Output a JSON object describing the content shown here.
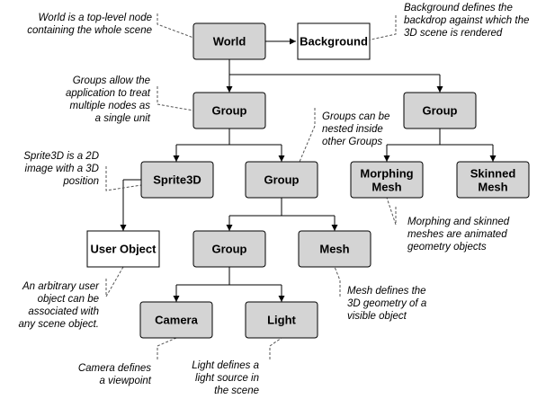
{
  "colors": {
    "scene_node_fill": "#d4d4d4",
    "plain_node_fill": "#ffffff",
    "border": "#000000",
    "text": "#000000"
  },
  "nodes": {
    "world": "World",
    "background": "Background",
    "group_a": "Group",
    "group_b": "Group",
    "sprite3d": "Sprite3D",
    "group_c": "Group",
    "morphing_mesh": [
      "Morphing",
      "Mesh"
    ],
    "skinned_mesh": [
      "Skinned",
      "Mesh"
    ],
    "user_object": "User Object",
    "group_d": "Group",
    "mesh": "Mesh",
    "camera": "Camera",
    "light": "Light"
  },
  "annotations": {
    "world": [
      "World is a top-level node",
      "containing the whole scene"
    ],
    "background": [
      "Background defines the",
      "backdrop against which the",
      "3D scene is rendered"
    ],
    "groups": [
      "Groups allow the",
      "application to treat",
      "multiple nodes as",
      "a single unit"
    ],
    "nested_groups": [
      "Groups can be",
      "nested inside",
      "other Groups"
    ],
    "sprite3d": [
      "Sprite3D is a 2D",
      "image with a 3D",
      "position"
    ],
    "morphing_skinned": [
      "Morphing and skinned",
      "meshes are animated",
      "geometry objects"
    ],
    "user_object": [
      "An arbitrary user",
      "object can be",
      "associated with",
      "any scene object."
    ],
    "mesh": [
      "Mesh defines the",
      "3D geometry of a",
      "visible object"
    ],
    "camera": [
      "Camera defines",
      "a viewpoint"
    ],
    "light": [
      "Light defines a",
      "light source in",
      "the scene"
    ]
  }
}
